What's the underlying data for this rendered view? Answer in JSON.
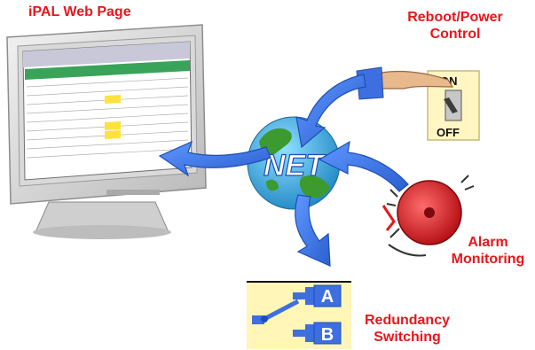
{
  "labels": {
    "ipal_web_page": "iPAL Web Page",
    "reboot_line1": "Reboot/Power",
    "reboot_line2": "Control",
    "alarm_line1": "Alarm",
    "alarm_line2": "Monitoring",
    "redundancy_line1": "Redundancy",
    "redundancy_line2": "Switching"
  },
  "globe": {
    "text": "NET"
  },
  "switch_box": {
    "text_on": "ON",
    "text_off": "OFF"
  },
  "redundancy_box": {
    "port_a": "A",
    "port_b": "B"
  },
  "colors": {
    "label_red": "#e8161b",
    "arrow_blue": "#3a6fe0",
    "globe_ocean": "#2aa7d8",
    "globe_land": "#3c9a2e",
    "bell_red": "#d9141b",
    "switch_panel": "#fff6c4",
    "redundancy_panel": "#fff6b8"
  }
}
